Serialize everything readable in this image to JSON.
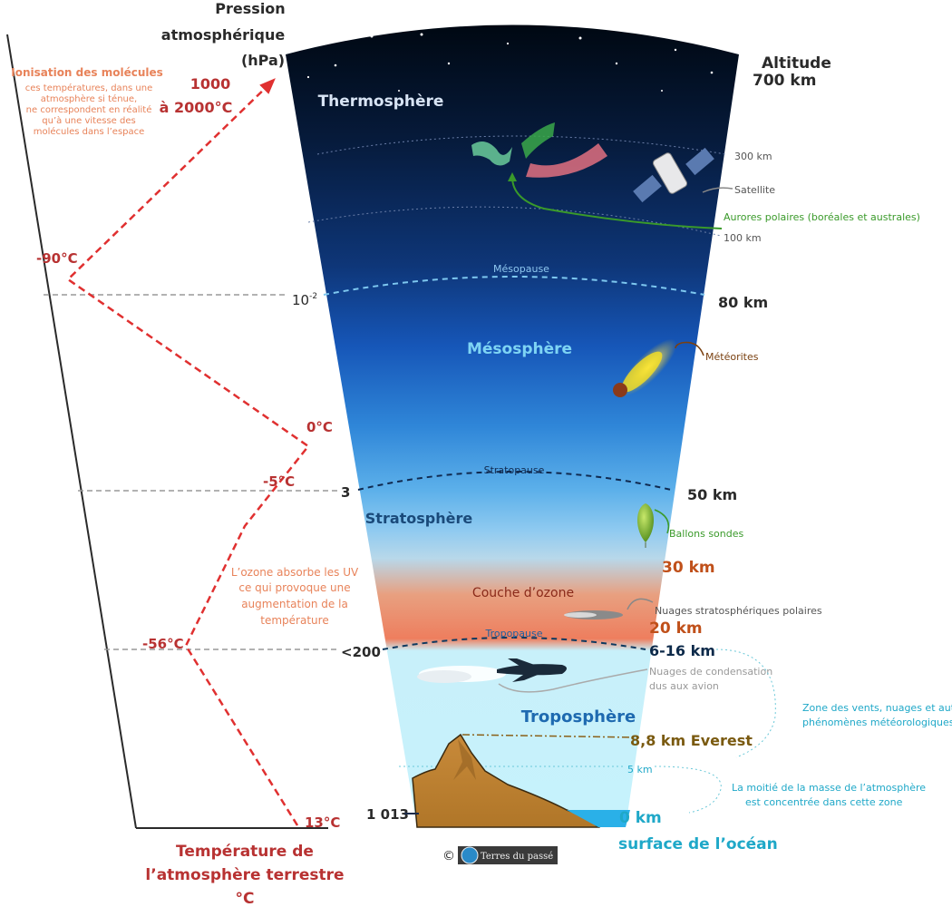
{
  "pressure": {
    "title": [
      "Pression",
      "atmosphérique",
      "(hPa)"
    ],
    "values": {
      "p_mesopause": "10",
      "p_mesopause_exp": "-2",
      "p_stratopause": "3",
      "p_tropopause": "<200",
      "p_surface": "1 013"
    }
  },
  "altitude": {
    "title": [
      "Altitude",
      "700 km"
    ],
    "km300": "300 km",
    "km100": "100 km",
    "km80": "80 km",
    "km50": "50 km",
    "km30": "30 km",
    "km20": "20 km",
    "km616": "6-16 km",
    "everest": "8,8 km Everest",
    "km5": "5 km",
    "km0": "0 km",
    "ocean": "surface de l’océan"
  },
  "layers": {
    "thermo": "Thermosphère",
    "meso": "Mésosphère",
    "strato": "Stratosphère",
    "ozone": "Couche d’ozone",
    "tropo": "Troposphère"
  },
  "boundaries": {
    "mesopause": "Mésopause",
    "stratopause": "Stratopause",
    "tropopause": "Tropopause"
  },
  "annotations": {
    "satellite": "Satellite",
    "aurores": "Aurores polaires (boréales et australes)",
    "meteorites": "Météorites",
    "ballons": "Ballons sondes",
    "nuages_strato": "Nuages stratosphériques polaires",
    "condensation": [
      "Nuages de condensation",
      "dus aux avion"
    ],
    "zone_vents": [
      "Zone des vents, nuages et autres",
      "phénomènes météorologiques"
    ],
    "moitie": [
      "La moitié de la masse de l’atmosphère",
      "est concentrée dans cette zone"
    ]
  },
  "temperature": {
    "ionisation_title": "Ionisation des molécules",
    "ionisation_text": [
      "ces températures, dans une",
      "atmosphère si ténue,",
      "ne correspondent en réalité",
      "qu’à une vitesse des",
      "molécules dans l’espace"
    ],
    "t_top": [
      "1000",
      "à 2000°C"
    ],
    "t_m90": "-90°C",
    "t_0": "0°C",
    "t_m5": "-5°C",
    "t_m56": "-56°C",
    "t_13": "13°C",
    "ozone_note": [
      "L’ozone absorbe les UV",
      "ce qui provoque une",
      "augmentation de la",
      "température"
    ],
    "axis_title": [
      "Température de",
      "l’atmosphère terrestre",
      "°C"
    ]
  },
  "credit": {
    "symbol": "©",
    "text": "Terres du passé"
  },
  "colors": {
    "temp": "#b83232",
    "temp_line": "#e03030",
    "ozone_note": "#e8835a",
    "green": "#3a9a2a",
    "brown": "#7a4010",
    "orange_alt": "#c0501a",
    "cyan": "#1fa8c8",
    "navy": "#0d2a4a"
  }
}
